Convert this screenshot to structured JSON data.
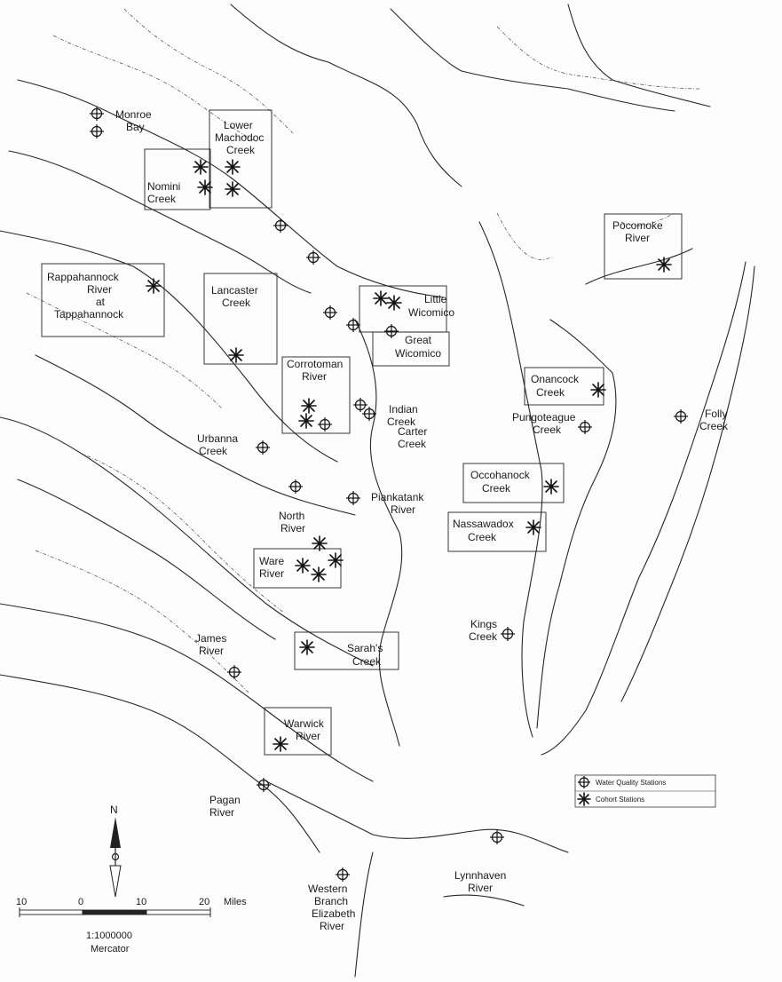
{
  "map": {
    "labels": {
      "monroe_bay": [
        "Monroe",
        "Bay"
      ],
      "lower_machodoc": [
        "Lower",
        "Machodoc",
        "Creek"
      ],
      "nomini": [
        "Nomini",
        "Creek"
      ],
      "pocomoke": [
        "Pocomoke",
        "River"
      ],
      "rappahannock": [
        "Rappahannock",
        "River",
        "at",
        "Tappahannock"
      ],
      "lancaster": [
        "Lancaster",
        "Creek"
      ],
      "little_wicomico": [
        "Little",
        "Wicomico"
      ],
      "great_wicomico": [
        "Great",
        "Wicomico"
      ],
      "corrotoman": [
        "Corrotoman",
        "River"
      ],
      "indian": [
        "Indian",
        "Creek"
      ],
      "onancock": [
        "Onancock",
        "Creek"
      ],
      "folly": [
        "Folly",
        "Creek"
      ],
      "pungoteague": [
        "Pungoteague",
        "Creek"
      ],
      "urbanna": [
        "Urbanna",
        "Creek"
      ],
      "carter": [
        "Carter",
        "Creek"
      ],
      "occohanock": [
        "Occohanock",
        "Creek"
      ],
      "piankatank": [
        "Piankatank",
        "River"
      ],
      "nassawadox": [
        "Nassawadox",
        "Creek"
      ],
      "north": [
        "North",
        "River"
      ],
      "ware": [
        "Ware",
        "River"
      ],
      "kings": [
        "Kings",
        "Creek"
      ],
      "james": [
        "James",
        "River"
      ],
      "sarahs": [
        "Sarah's",
        "Creek"
      ],
      "warwick": [
        "Warwick",
        "River"
      ],
      "pagan": [
        "Pagan",
        "River"
      ],
      "western_branch": [
        "Western",
        "Branch",
        "Elizabeth",
        "River"
      ],
      "lynnhaven": [
        "Lynnhaven",
        "River"
      ]
    },
    "legend": {
      "water_quality": "Water Quality Stations",
      "cohort": "Cohort Stations"
    },
    "north_arrow": "N",
    "scale_bar": {
      "ticks": [
        "10",
        "0",
        "10",
        "20"
      ],
      "unit": "Miles",
      "ratio": "1:1000000",
      "projection": "Mercator"
    },
    "colors": {
      "ink": "#1a1a1a",
      "paper": "#fdfdfd"
    }
  }
}
